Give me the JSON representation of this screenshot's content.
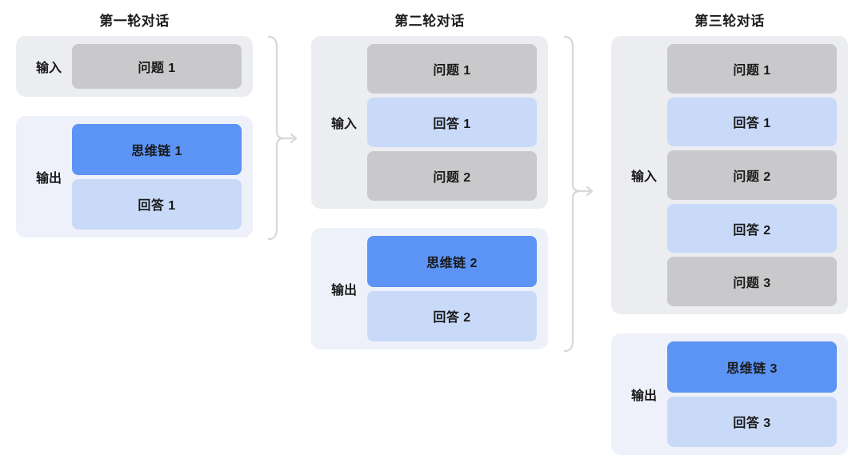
{
  "colors": {
    "background": "#ffffff",
    "input_panel": "#ebedf0",
    "output_panel": "#eef1fa",
    "question": "#c9c9cb",
    "answer": "#c9daf9",
    "chain_of_thought": "#5b94f5",
    "text": "#1a1a1a",
    "connector": "#d8d8d8"
  },
  "labels": {
    "input": "输入",
    "output": "输出"
  },
  "columns": [
    {
      "header": "第一轮对话",
      "input": {
        "label": "输入",
        "items": [
          {
            "text": "问题 1",
            "kind": "question"
          }
        ]
      },
      "output": {
        "label": "输出",
        "items": [
          {
            "text": "思维链 1",
            "kind": "cot"
          },
          {
            "text": "回答 1",
            "kind": "answer"
          }
        ]
      }
    },
    {
      "header": "第二轮对话",
      "input": {
        "label": "输入",
        "items": [
          {
            "text": "问题 1",
            "kind": "question"
          },
          {
            "text": "回答 1",
            "kind": "answer"
          },
          {
            "text": "问题 2",
            "kind": "question"
          }
        ]
      },
      "output": {
        "label": "输出",
        "items": [
          {
            "text": "思维链 2",
            "kind": "cot"
          },
          {
            "text": "回答 2",
            "kind": "answer"
          }
        ]
      }
    },
    {
      "header": "第三轮对话",
      "input": {
        "label": "输入",
        "items": [
          {
            "text": "问题 1",
            "kind": "question"
          },
          {
            "text": "回答 1",
            "kind": "answer"
          },
          {
            "text": "问题 2",
            "kind": "question"
          },
          {
            "text": "回答 2",
            "kind": "answer"
          },
          {
            "text": "问题 3",
            "kind": "question"
          }
        ]
      },
      "output": {
        "label": "输出",
        "items": [
          {
            "text": "思维链 3",
            "kind": "cot"
          },
          {
            "text": "回答 3",
            "kind": "answer"
          }
        ]
      }
    }
  ],
  "connectors": [
    {
      "name": "round-1-to-round-2",
      "direction": "right"
    },
    {
      "name": "round-2-to-round-3",
      "direction": "right"
    }
  ]
}
